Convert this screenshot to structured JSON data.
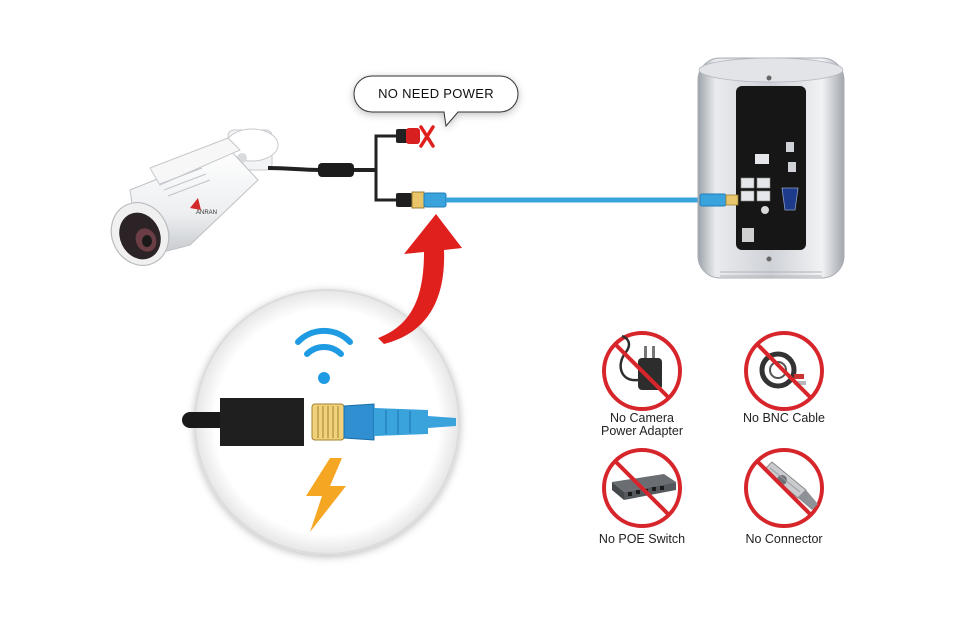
{
  "callout": {
    "text": "NO NEED POWER"
  },
  "camera": {
    "brand_text": "ANRAN"
  },
  "prohibited_items": [
    {
      "label_line1": "No Camera",
      "label_line2": "Power Adapter",
      "icon": "power-adapter-icon"
    },
    {
      "label_line1": "No BNC Cable",
      "label_line2": "",
      "icon": "bnc-cable-icon"
    },
    {
      "label_line1": "No POE Switch",
      "label_line2": "",
      "icon": "poe-switch-icon"
    },
    {
      "label_line1": "No Connector",
      "label_line2": "",
      "icon": "connector-icon"
    }
  ],
  "colors": {
    "prohibition_red": "#d7262b",
    "network_cable": "#3ba3dc",
    "wifi_blue": "#1e9be3",
    "bolt_orange": "#f5a623",
    "arrow_red": "#e0201c",
    "nvr_silver": "#c9ccd1"
  }
}
